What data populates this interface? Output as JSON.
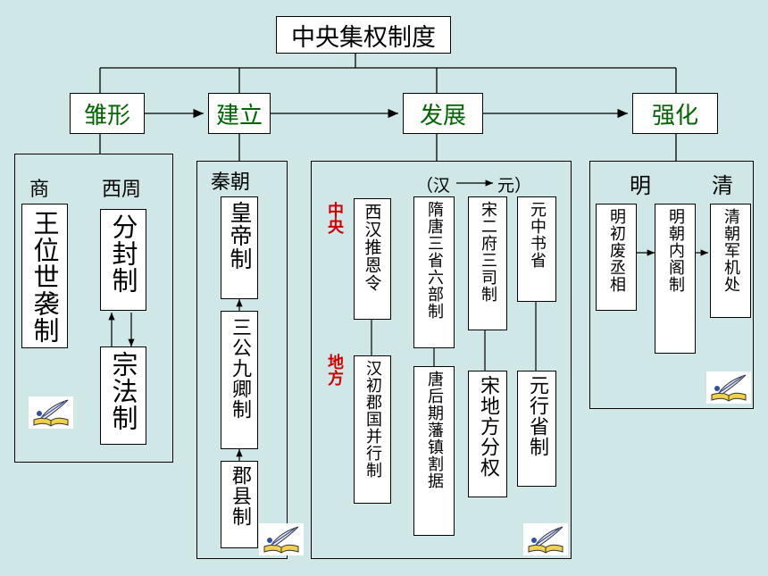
{
  "title": "中央集权制度",
  "stages": {
    "s1": "雏形",
    "s2": "建立",
    "s3": "发展",
    "s4": "强化"
  },
  "stage1": {
    "shang": "商",
    "xizhou": "西周",
    "wangwei": "王位世袭制",
    "fenfeng": "分封制",
    "zongfa": "宗法制"
  },
  "stage2": {
    "qin": "秦朝",
    "huangdi": "皇帝制",
    "sangong": "三公九卿制",
    "junxian": "郡县制"
  },
  "stage3": {
    "range_start": "（汉",
    "range_end": "元）",
    "central_label": "中央",
    "local_label": "地方",
    "tuien": "西汉推恩令",
    "sansheng": "隋唐三省六部制",
    "erfu": "宋二府三司制",
    "zhongshu": "元中书省",
    "junguo": "汉初郡国并行制",
    "fanzhen": "唐后期藩镇割据",
    "songdifang": "宋地方分权",
    "xingsheng": "元行省制"
  },
  "stage4": {
    "ming": "明",
    "qing": "清",
    "feichengxiang": "明初废丞相",
    "neige": "明朝内阁制",
    "junjichu": "清朝军机处"
  }
}
